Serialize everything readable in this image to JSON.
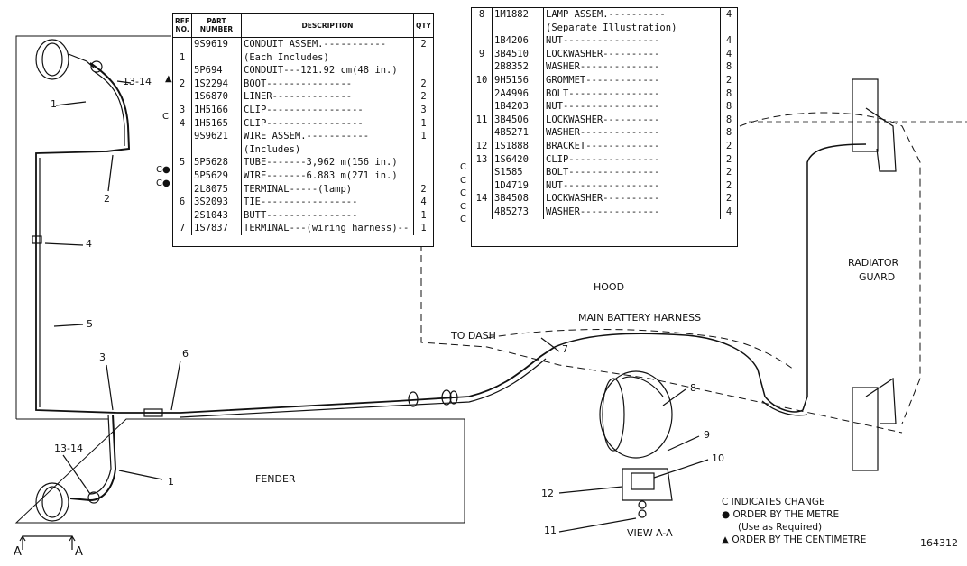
{
  "table_left": {
    "headers": [
      "REF NO.",
      "PART NUMBER",
      "DESCRIPTION",
      "QTY"
    ],
    "rows": [
      {
        "ref": "",
        "part": "9S9619",
        "desc": "CONDUIT ASSEM.-----------",
        "qty": "2"
      },
      {
        "ref": "1",
        "part": "",
        "desc": "  (Each Includes)",
        "qty": ""
      },
      {
        "ref": "",
        "part": "5P694",
        "desc": "  CONDUIT---121.92 cm(48 in.)",
        "qty": ""
      },
      {
        "ref": "2",
        "part": "1S2294",
        "desc": "  BOOT---------------",
        "qty": "2"
      },
      {
        "ref": "",
        "part": "1S6870",
        "desc": "  LINER--------------",
        "qty": "2"
      },
      {
        "ref": "3",
        "part": "1H5166",
        "desc": "CLIP-----------------",
        "qty": "3"
      },
      {
        "ref": "4",
        "part": "1H5165",
        "desc": "CLIP-----------------",
        "qty": "1"
      },
      {
        "ref": "",
        "part": "9S9621",
        "desc": "WIRE ASSEM.-----------",
        "qty": "1"
      },
      {
        "ref": "",
        "part": "",
        "desc": "  (Includes)",
        "qty": ""
      },
      {
        "ref": "5",
        "part": "5P5628",
        "desc": "  TUBE-------3,962 m(156 in.)",
        "qty": ""
      },
      {
        "ref": "",
        "part": "5P5629",
        "desc": "  WIRE-------6.883 m(271 in.)",
        "qty": ""
      },
      {
        "ref": "",
        "part": "2L8075",
        "desc": "  TERMINAL-----(lamp)",
        "qty": "2"
      },
      {
        "ref": "6",
        "part": "3S2093",
        "desc": "  TIE-----------------",
        "qty": "4"
      },
      {
        "ref": "",
        "part": "2S1043",
        "desc": "  BUTT----------------",
        "qty": "1"
      },
      {
        "ref": "7",
        "part": "1S7837",
        "desc": "  TERMINAL---(wiring harness)--",
        "qty": "1"
      }
    ]
  },
  "table_right": {
    "rows": [
      {
        "ref": "8",
        "part": "1M1882",
        "desc": "LAMP ASSEM.----------",
        "qty": "4"
      },
      {
        "ref": "",
        "part": "",
        "desc": "   (Separate Illustration)",
        "qty": ""
      },
      {
        "ref": "",
        "part": "1B4206",
        "desc": "NUT-----------------",
        "qty": "4"
      },
      {
        "ref": "9",
        "part": "3B4510",
        "desc": "LOCKWASHER----------",
        "qty": "4"
      },
      {
        "ref": "",
        "part": "2B8352",
        "desc": "WASHER--------------",
        "qty": "8"
      },
      {
        "ref": "10",
        "part": "9H5156",
        "desc": "GROMMET-------------",
        "qty": "2"
      },
      {
        "ref": "",
        "part": "2A4996",
        "desc": "BOLT----------------",
        "qty": "8"
      },
      {
        "ref": "",
        "part": "1B4203",
        "desc": "NUT-----------------",
        "qty": "8"
      },
      {
        "ref": "11",
        "part": "3B4506",
        "desc": "LOCKWASHER----------",
        "qty": "8"
      },
      {
        "ref": "",
        "part": "4B5271",
        "desc": "WASHER--------------",
        "qty": "8"
      },
      {
        "ref": "12",
        "part": "1S1888",
        "desc": "BRACKET-------------",
        "qty": "2"
      },
      {
        "ref": "13",
        "part": "1S6420",
        "desc": "CLIP----------------",
        "qty": "2"
      },
      {
        "ref": "",
        "part": "S1585",
        "desc": "BOLT----------------",
        "qty": "2"
      },
      {
        "ref": "",
        "part": "1D4719",
        "desc": "NUT-----------------",
        "qty": "2"
      },
      {
        "ref": "14",
        "part": "3B4508",
        "desc": "LOCKWASHER----------",
        "qty": "2"
      },
      {
        "ref": "",
        "part": "4B5273",
        "desc": "WASHER--------------",
        "qty": "4"
      }
    ]
  },
  "change_marks_left": [
    "▲",
    "C",
    "C●",
    "C●"
  ],
  "change_marks_right": [
    "C",
    "C",
    "C",
    "C",
    "C"
  ],
  "labels": {
    "hood": "HOOD",
    "main_battery_harness": "MAIN BATTERY HARNESS",
    "to_dash": "TO DASH",
    "radiator_guard_1": "RADIATOR",
    "radiator_guard_2": "GUARD",
    "fender": "FENDER",
    "view_aa": "VIEW A-A",
    "section_a_left": "A",
    "section_a_right": "A",
    "drawing_number": "164312"
  },
  "callouts": [
    "1",
    "2",
    "3",
    "4",
    "5",
    "6",
    "7",
    "8",
    "9",
    "10",
    "11",
    "12",
    "13-14",
    "13-14",
    "1"
  ],
  "legend": {
    "line1": "C INDICATES CHANGE",
    "line2": "● ORDER BY THE METRE",
    "line3": "(Use as Required)",
    "line4": "▲ ORDER BY THE CENTIMETRE"
  }
}
